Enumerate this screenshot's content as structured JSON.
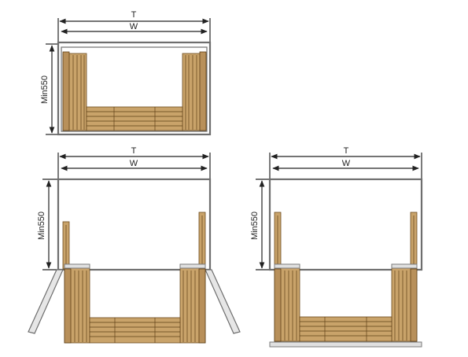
{
  "diagrams": [
    {
      "id": "top",
      "labels": {
        "total_width": "T",
        "inner_width": "W",
        "min_depth": "Min550"
      }
    },
    {
      "id": "bottom-left",
      "labels": {
        "total_width": "T",
        "inner_width": "W",
        "min_depth": "Min550"
      }
    },
    {
      "id": "bottom-right",
      "labels": {
        "total_width": "T",
        "inner_width": "W",
        "min_depth": "Min550"
      }
    }
  ],
  "colors": {
    "wood": "#c9a36a",
    "wood_outline": "#6b4a1e",
    "frame": "#6e6e6e",
    "dimension_line": "#222222"
  }
}
